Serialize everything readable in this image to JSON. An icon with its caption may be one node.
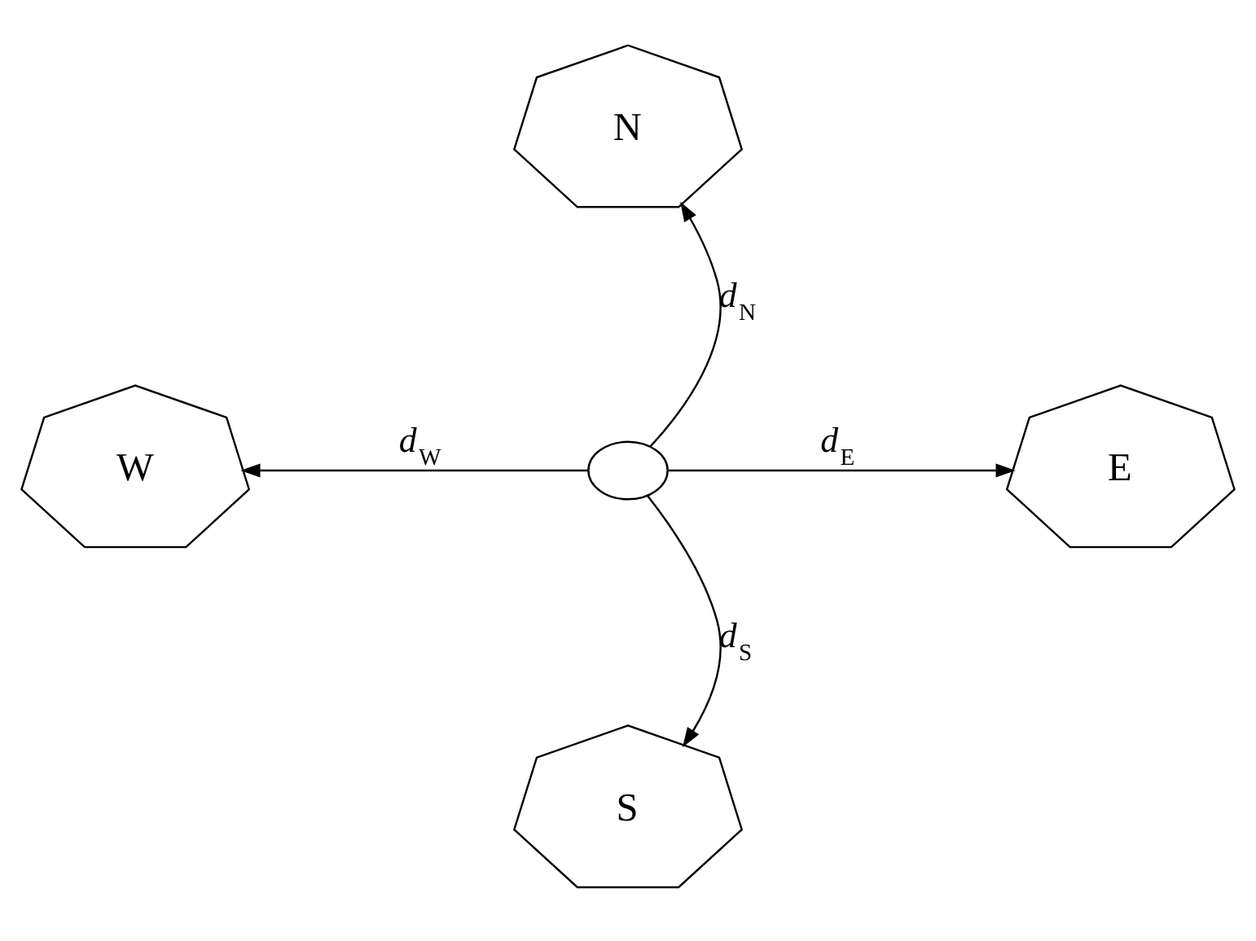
{
  "diagram": {
    "nodes": [
      {
        "text": [
          "N"
        ]
      },
      {
        "text": [
          "W"
        ]
      },
      {
        "text": [
          "E"
        ]
      },
      {
        "text": [
          "S"
        ]
      },
      {
        "text": [],
        "shape": "circle"
      }
    ],
    "edges": [
      {
        "from": 4,
        "to": 0,
        "arrow": "to",
        "label": "*d*$_{N}$"
      },
      {
        "from": 4,
        "to": 1,
        "arrow": "to",
        "label": "*d*$_{W}$"
      },
      {
        "from": 4,
        "to": 2,
        "arrow": "to",
        "label": "*d*$_{E}$"
      },
      {
        "from": 4,
        "to": 3,
        "arrow": "to",
        "label": "*d*$_{S}$"
      }
    ]
  }
}
